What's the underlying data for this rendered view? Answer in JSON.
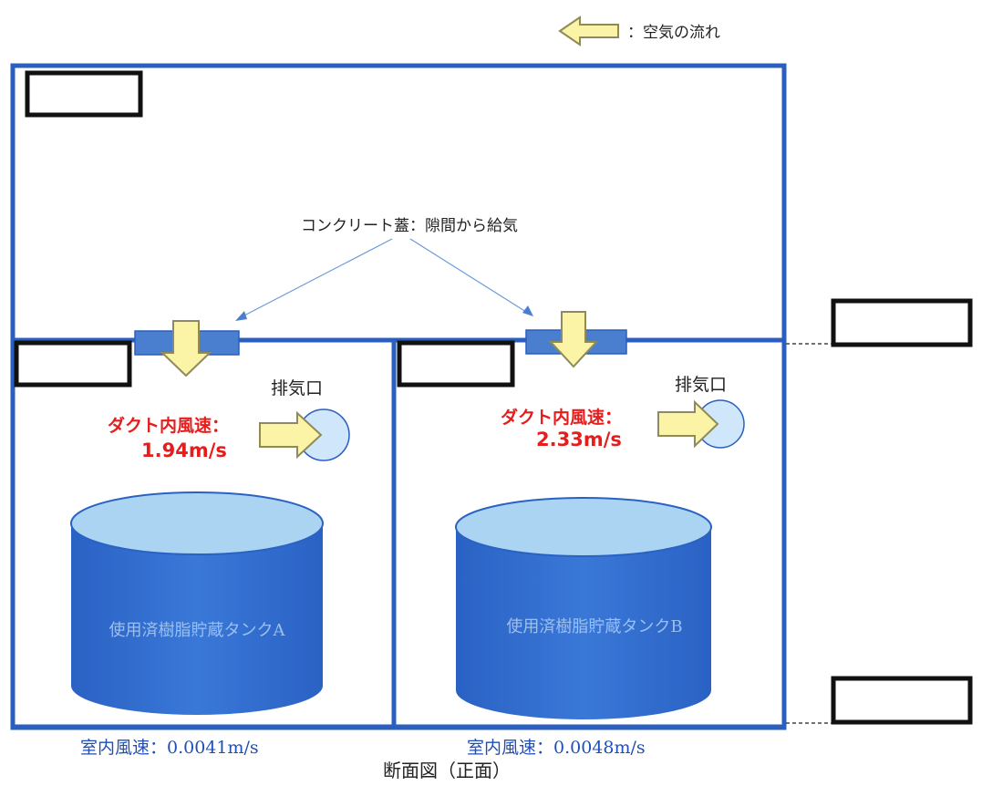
{
  "legend": {
    "label": "：空気の流れ",
    "icon": "left-arrow-icon"
  },
  "lid_label": "コンクリート蓋：隙間から給気",
  "rooms": [
    {
      "exhaust_label": "排気口",
      "duct_label": "ダクト内風速：",
      "duct_speed": "1.94m/s",
      "tank_label": "使用済樹脂貯蔵タンクA",
      "room_speed": "室内風速：0.0041m/s"
    },
    {
      "exhaust_label": "排気口",
      "duct_label": "ダクト内風速：",
      "duct_speed": "2.33m/s",
      "tank_label": "使用済樹脂貯蔵タンクB",
      "room_speed": "室内風速：0.0048m/s"
    }
  ],
  "caption": "断面図（正面）",
  "colors": {
    "wall": "#2b5fbf",
    "arrow_fill": "#fbf3a6",
    "arrow_stroke": "#8e8a5a",
    "duct": "#4a7fd0",
    "tank": "#2f6bd0",
    "tank_top": "#aad4f2",
    "exhaust": "#cfe6fb",
    "speed_red": "#e51d1d",
    "room_speed_blue": "#1e4fb8"
  }
}
